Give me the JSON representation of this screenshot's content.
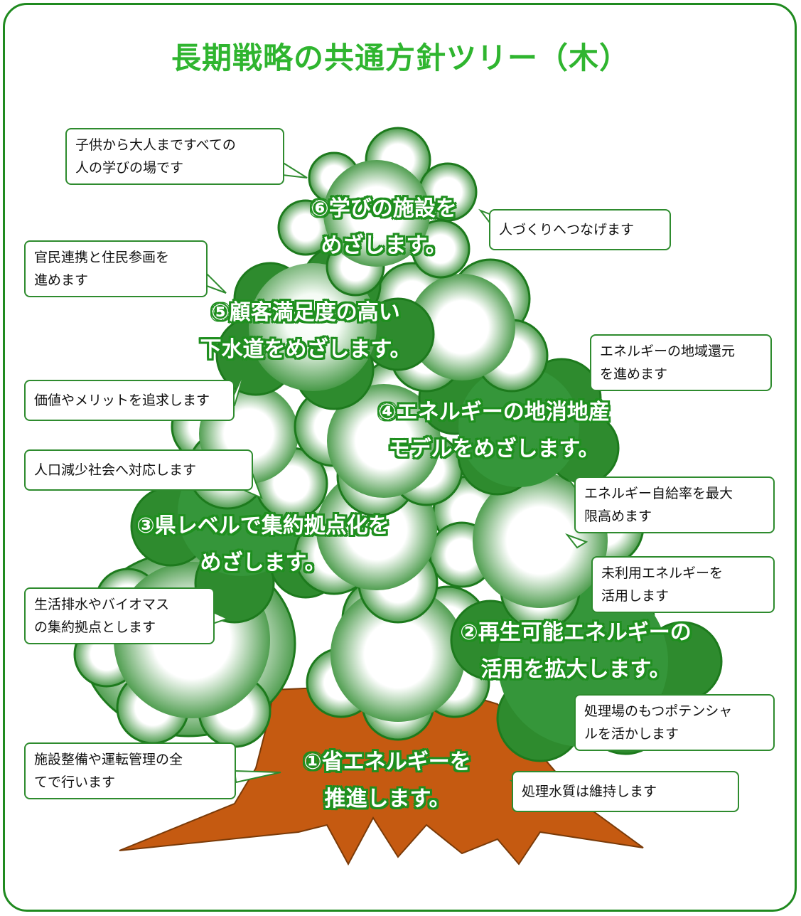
{
  "title": "長期戦略の共通方針ツリー（木）",
  "colors": {
    "frame": "#1f8a1f",
    "title": "#2fb52f",
    "trunk": "#c55a11",
    "foliage_dark": "#2e8b2e",
    "foliage_light": "#ffffff",
    "heading_outline": "#1f8f1f"
  },
  "headings": {
    "h1": "①省エネルギーを\n推進します。",
    "h2": "②再生可能エネルギーの\n活用を拡大します。",
    "h3": "③県レベルで集約拠点化を\nめざします。",
    "h4": "④エネルギーの地消地産\nモデルをめざします。",
    "h5": "⑤顧客満足度の高い\n下水道をめざします。",
    "h6": "⑥学びの施設を\nめざします。"
  },
  "callouts": {
    "c_children": "子供から大人まですべての\n人の学びの場です",
    "c_people": "人づくりへつなげます",
    "c_ppp": "官民連携と住民参画を\n進めます",
    "c_value": "価値やメリットを追求します",
    "c_energy_local": "エネルギーの地域還元\nを進めます",
    "c_population": "人口減少社会へ対応します",
    "c_selfsuff": "エネルギー自給率を最大\n限高めます",
    "c_unused": "未利用エネルギーを\n活用します",
    "c_biomass": "生活排水やバイオマス\nの集約拠点とします",
    "c_potential": "処理場のもつポテンシャ\nルを活かします",
    "c_facility": "施設整備や運転管理の全\nてで行います",
    "c_quality": "処理水質は維持します"
  }
}
